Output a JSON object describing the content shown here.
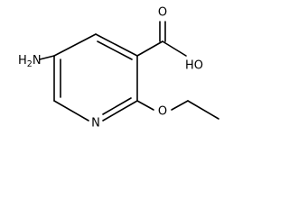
{
  "molecule": {
    "atoms": {
      "amino": {
        "element": "H2N",
        "main": "H",
        "subscript": "2",
        "tail": "N"
      },
      "ring_nitrogen": {
        "label": "N"
      },
      "ether_oxygen": {
        "label": "O"
      },
      "carbonyl_oxygen": {
        "label": "O"
      },
      "hydroxyl": {
        "label": "HO"
      }
    }
  }
}
